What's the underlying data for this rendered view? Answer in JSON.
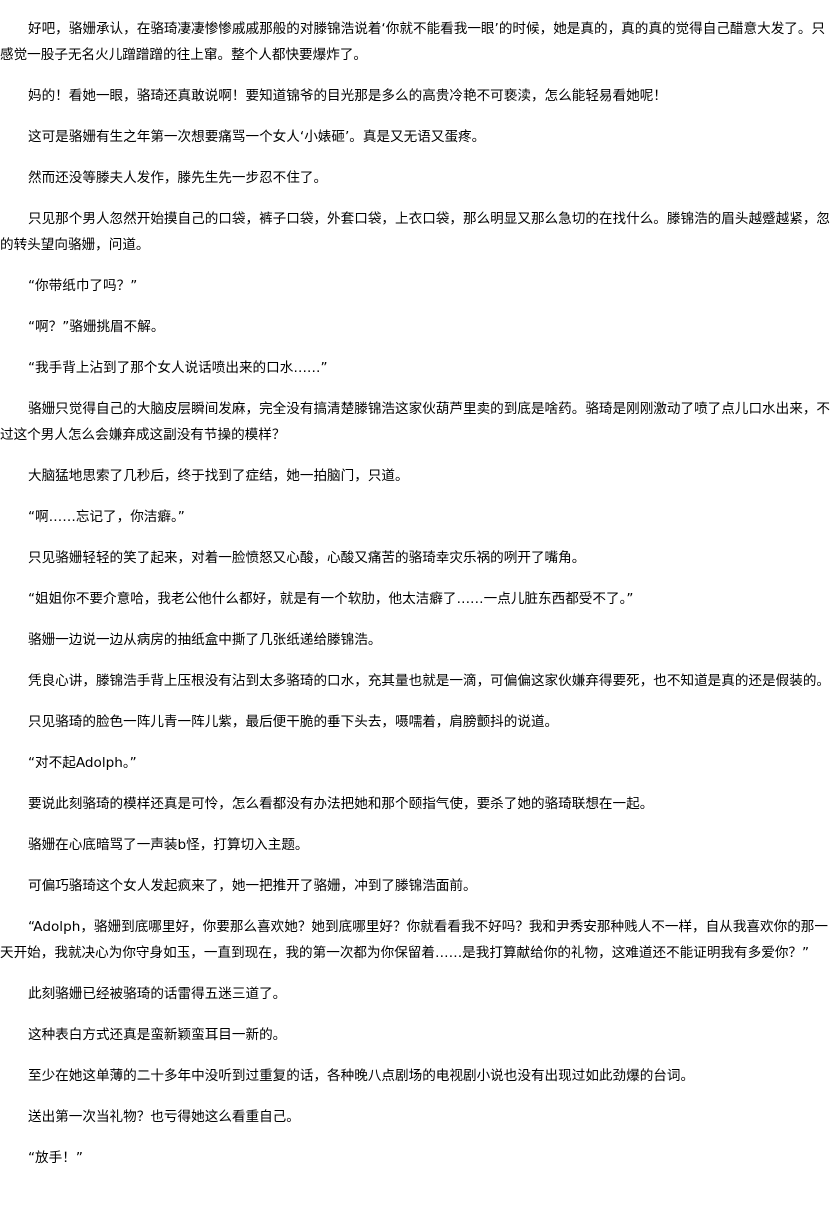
{
  "paragraphs": [
    "好吧，骆姗承认，在骆琦凄凄惨惨戚戚那般的对滕锦浩说着‘你就不能看我一眼’的时候，她是真的，真的真的觉得自己醋意大发了。只感觉一股子无名火儿蹭蹭蹭的往上窜。整个人都快要爆炸了。",
    "妈的！看她一眼，骆琦还真敢说啊！要知道锦爷的目光那是多么的高贵冷艳不可亵渎，怎么能轻易看她呢！",
    "这可是骆姗有生之年第一次想要痛骂一个女人‘小婊砸’。真是又无语又蛋疼。",
    "然而还没等滕夫人发作，滕先生先一步忍不住了。",
    "只见那个男人忽然开始摸自己的口袋，裤子口袋，外套口袋，上衣口袋，那么明显又那么急切的在找什么。滕锦浩的眉头越蹙越紧，忽的转头望向骆姗，问道。",
    "“你带纸巾了吗？”",
    "“啊？”骆姗挑眉不解。",
    "“我手背上沾到了那个女人说话喷出来的口水……”",
    "骆姗只觉得自己的大脑皮层瞬间发麻，完全没有搞清楚滕锦浩这家伙葫芦里卖的到底是啥药。骆琦是刚刚激动了喷了点儿口水出来，不过这个男人怎么会嫌弃成这副没有节操的模样？",
    "大脑猛地思索了几秒后，终于找到了症结，她一拍脑门，只道。",
    "“啊……忘记了，你洁癖。”",
    "只见骆姗轻轻的笑了起来，对着一脸愤怒又心酸，心酸又痛苦的骆琦幸灾乐祸的咧开了嘴角。",
    "“姐姐你不要介意哈，我老公他什么都好，就是有一个软肋，他太洁癖了……一点儿脏东西都受不了。”",
    "骆姗一边说一边从病房的抽纸盒中撕了几张纸递给滕锦浩。",
    "凭良心讲，滕锦浩手背上压根没有沾到太多骆琦的口水，充其量也就是一滴，可偏偏这家伙嫌弃得要死，也不知道是真的还是假装的。",
    "只见骆琦的脸色一阵儿青一阵儿紫，最后便干脆的垂下头去，嗫嚅着，肩膀颤抖的说道。",
    "“对不起Adolph。”",
    "要说此刻骆琦的模样还真是可怜，怎么看都没有办法把她和那个颐指气使，要杀了她的骆琦联想在一起。",
    "骆姗在心底暗骂了一声装b怪，打算切入主题。",
    "可偏巧骆琦这个女人发起疯来了，她一把推开了骆姗，冲到了滕锦浩面前。",
    "“Adolph，骆姗到底哪里好，你要那么喜欢她？她到底哪里好？你就看看我不好吗？我和尹秀安那种贱人不一样，自从我喜欢你的那一天开始，我就决心为你守身如玉，一直到现在，我的第一次都为你保留着……是我打算献给你的礼物，这难道还不能证明我有多爱你？”",
    "此刻骆姗已经被骆琦的话雷得五迷三道了。",
    "这种表白方式还真是蛮新颖蛮耳目一新的。",
    "至少在她这单薄的二十多年中没听到过重复的话，各种晚八点剧场的电视剧小说也没有出现过如此劲爆的台词。",
    "送出第一次当礼物？也亏得她这么看重自己。",
    "“放手！”"
  ]
}
